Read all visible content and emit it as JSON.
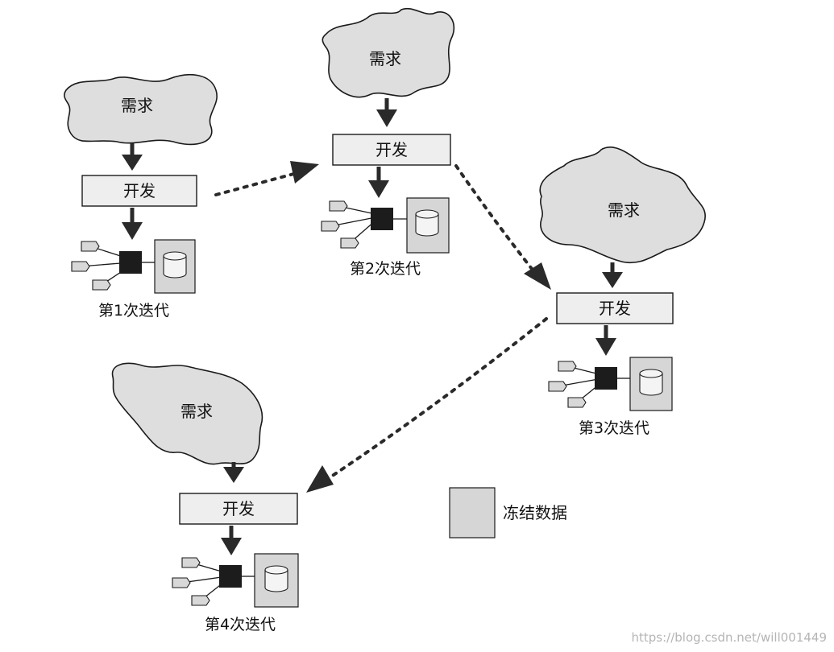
{
  "iterations": [
    {
      "requirement_label": "需求",
      "development_label": "开发",
      "caption": "第1次迭代"
    },
    {
      "requirement_label": "需求",
      "development_label": "开发",
      "caption": "第2次迭代"
    },
    {
      "requirement_label": "需求",
      "development_label": "开发",
      "caption": "第3次迭代"
    },
    {
      "requirement_label": "需求",
      "development_label": "开发",
      "caption": "第4次迭代"
    }
  ],
  "legend": {
    "label": "冻结数据",
    "meaning": "frozen data shown as shaded box"
  },
  "watermark": "https://blog.csdn.net/will001449",
  "colors": {
    "cloud_fill": "#dedede",
    "box_fill": "#eeeeee",
    "frozen_fill": "#d6d6d6",
    "hub": "#1c1c1c"
  },
  "icons": [
    "cloud-shape",
    "cylinder-database-icon",
    "hub-node-icon",
    "arrow-down-icon",
    "dotted-arrow-icon"
  ]
}
